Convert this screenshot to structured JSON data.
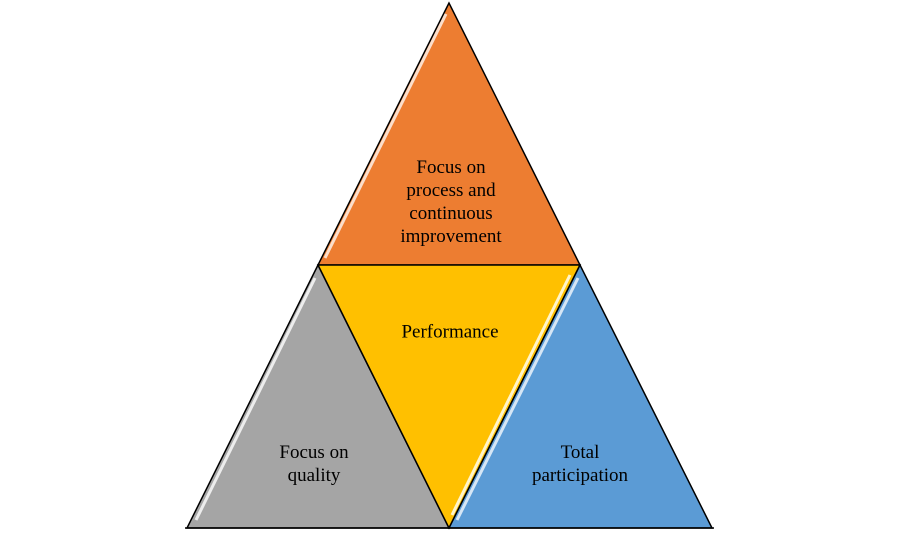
{
  "diagram": {
    "top": {
      "lines": [
        "Focus on",
        "process and",
        "continuous",
        "improvement"
      ],
      "color": "#ED7D31"
    },
    "center": {
      "lines": [
        "Performance"
      ],
      "color": "#FFC000"
    },
    "left": {
      "lines": [
        "Focus on",
        "quality"
      ],
      "color": "#A5A5A5"
    },
    "right": {
      "lines": [
        "Total",
        "participation"
      ],
      "color": "#5B9BD5"
    }
  }
}
